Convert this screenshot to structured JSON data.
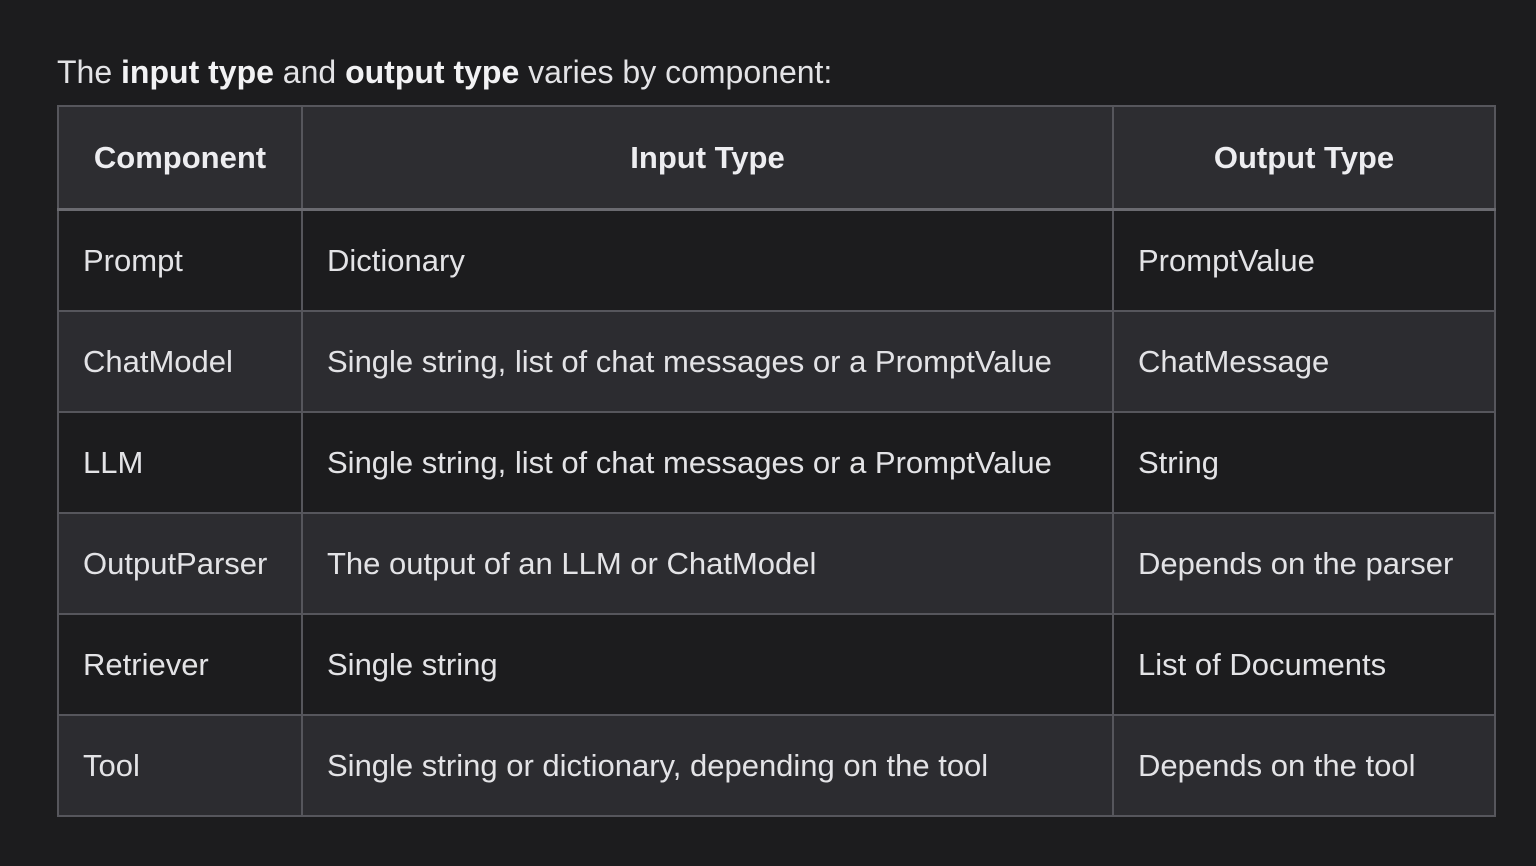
{
  "intro": {
    "prefix": "The ",
    "bold1": "input type",
    "middle": " and ",
    "bold2": "output type",
    "suffix": " varies by component:"
  },
  "table": {
    "headers": [
      "Component",
      "Input Type",
      "Output Type"
    ],
    "rows": [
      [
        "Prompt",
        "Dictionary",
        "PromptValue"
      ],
      [
        "ChatModel",
        "Single string, list of chat messages or a PromptValue",
        "ChatMessage"
      ],
      [
        "LLM",
        "Single string, list of chat messages or a PromptValue",
        "String"
      ],
      [
        "OutputParser",
        "The output of an LLM or ChatModel",
        "Depends on the parser"
      ],
      [
        "Retriever",
        "Single string",
        "List of Documents"
      ],
      [
        "Tool",
        "Single string or dictionary, depending on the tool",
        "Depends on the tool"
      ]
    ]
  }
}
